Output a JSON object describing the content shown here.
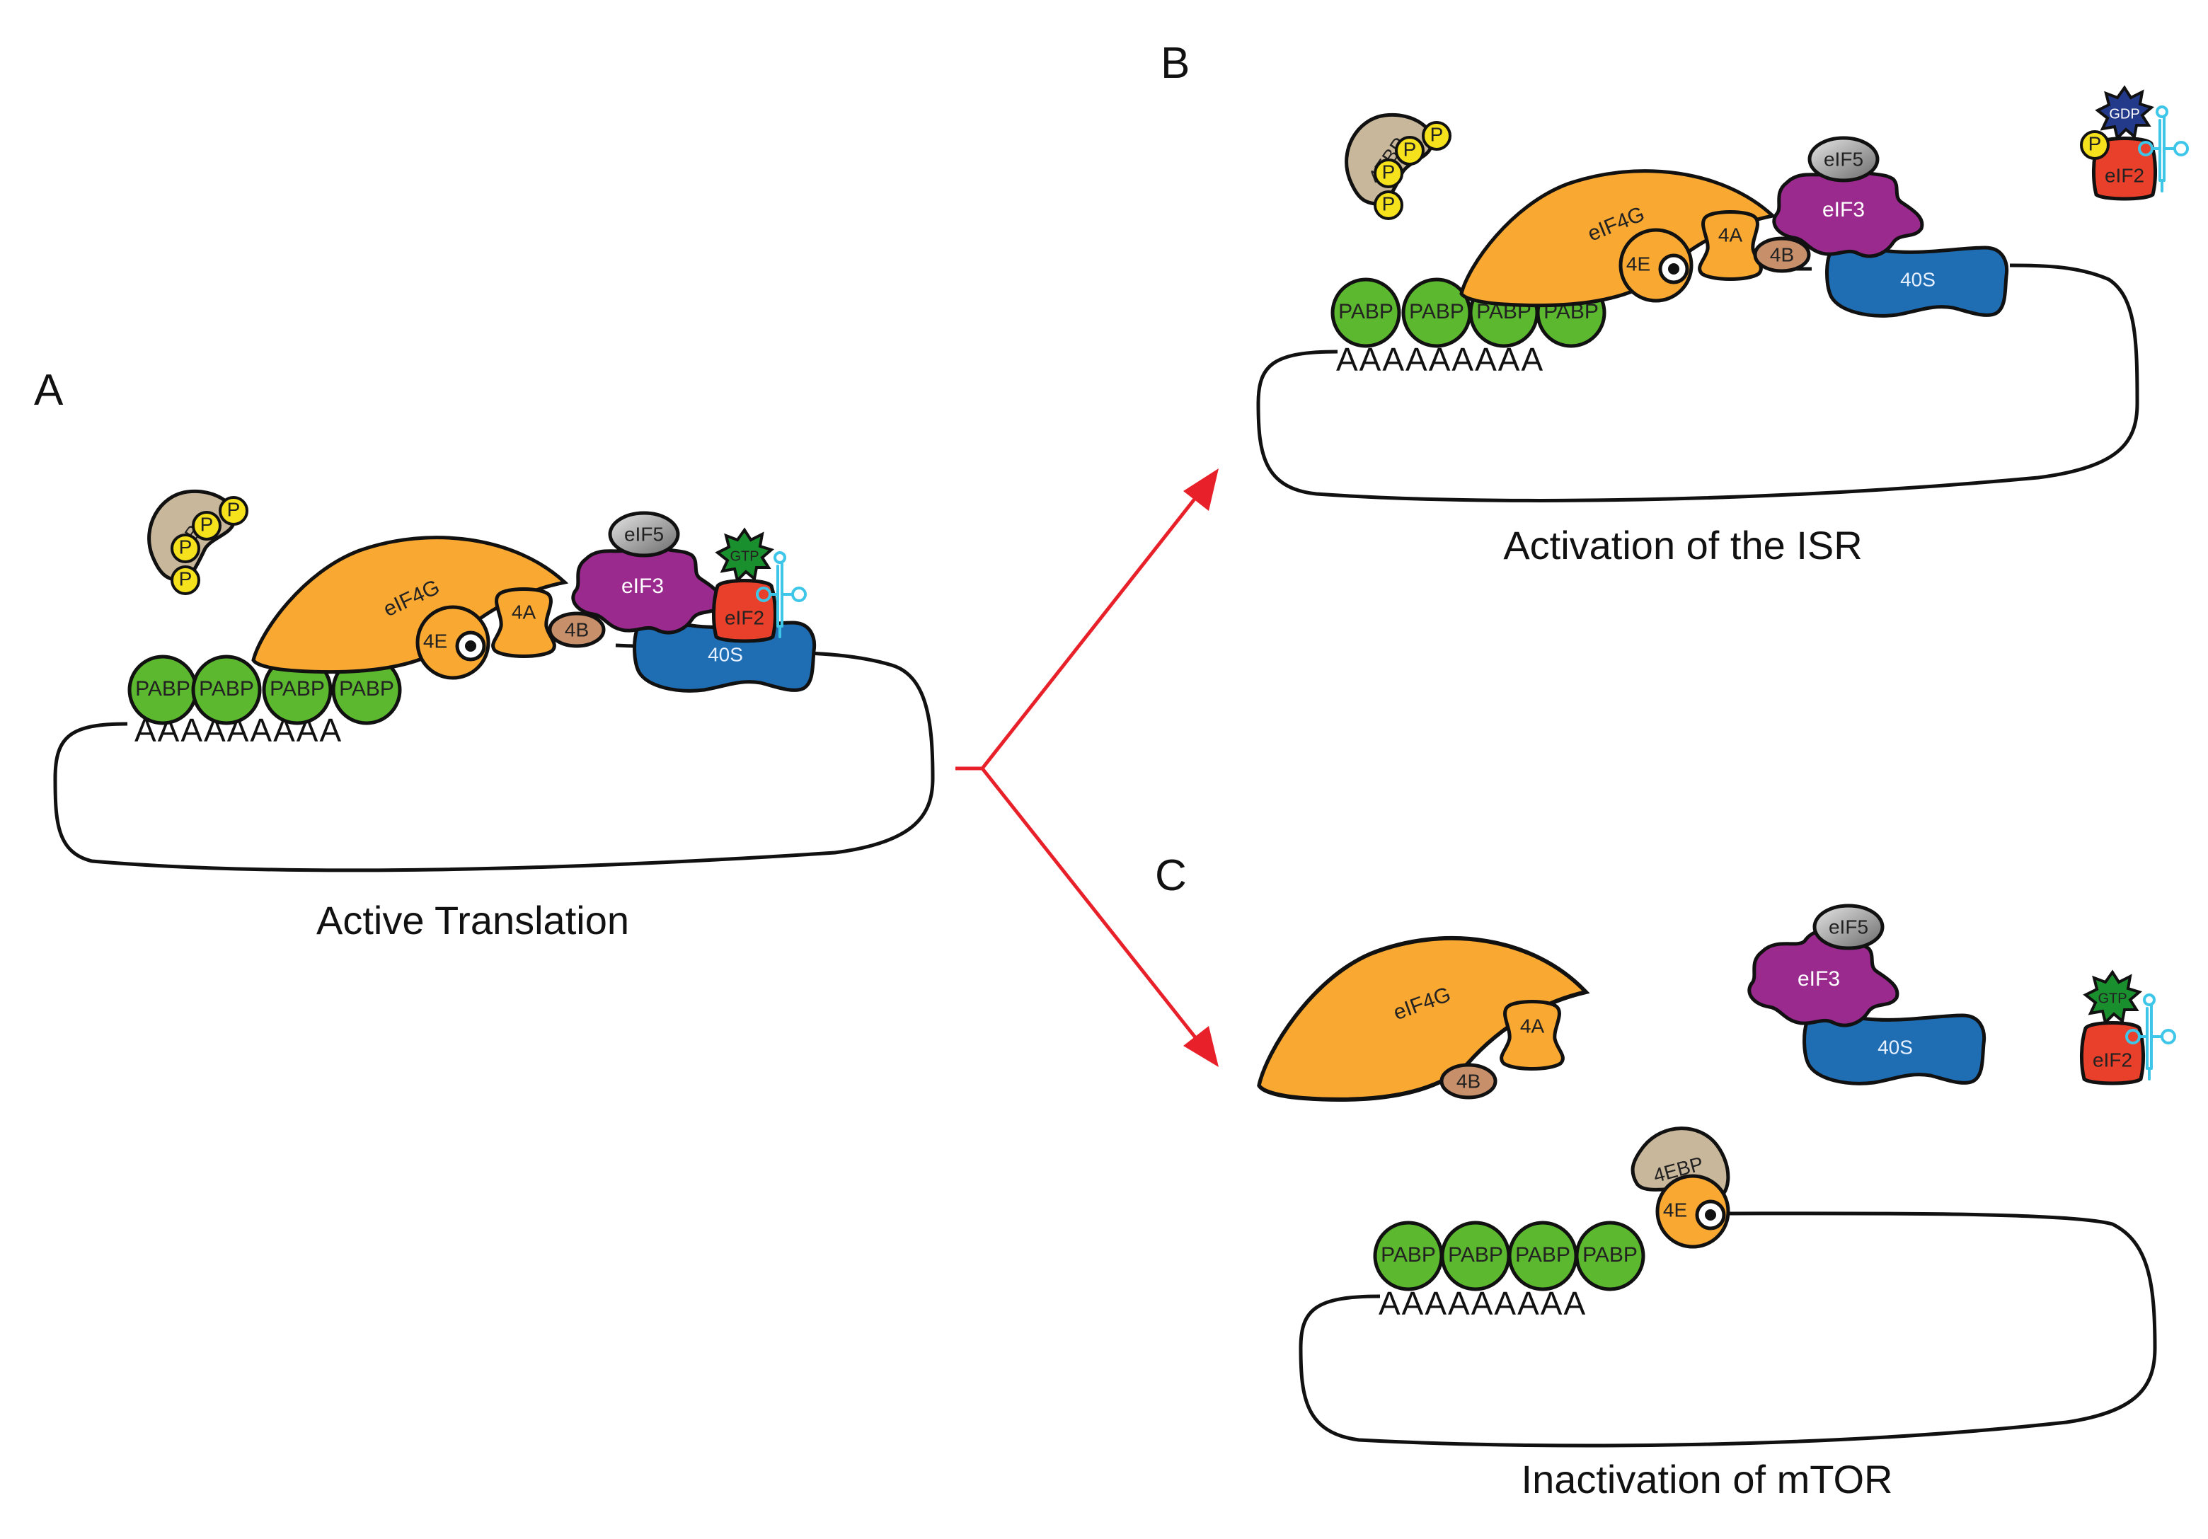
{
  "panels": {
    "a": {
      "letter": "A",
      "caption": "Active Translation"
    },
    "b": {
      "letter": "B",
      "caption": "Activation of the ISR"
    },
    "c": {
      "letter": "C",
      "caption": "Inactivation of mTOR"
    }
  },
  "labels": {
    "pabp": "PABP",
    "polyA": "AAAAAAAAA",
    "eif4g": "eIF4G",
    "eif4e": "4E",
    "eif4a": "4A",
    "eif4b": "4B",
    "eif3": "eIF3",
    "eif5": "eIF5",
    "eif2": "eIF2",
    "ribosome": "40S",
    "fourebp": "4EBP",
    "phospho": "P",
    "gtp": "GTP",
    "gdp": "GDP"
  },
  "colors": {
    "pabp": "#5cb82e",
    "eif4g": "#f9a832",
    "eif3": "#9b2a8f",
    "ribosome": "#1f6db3",
    "eif2": "#e8402a",
    "gtp": "#1a8f2e",
    "gdp": "#233a8a",
    "fourebp": "#c8b79a",
    "eif4b": "#c8906a",
    "phospho": "#f5e21c",
    "trna": "#3ec6e8",
    "arrow": "#e8202a"
  }
}
